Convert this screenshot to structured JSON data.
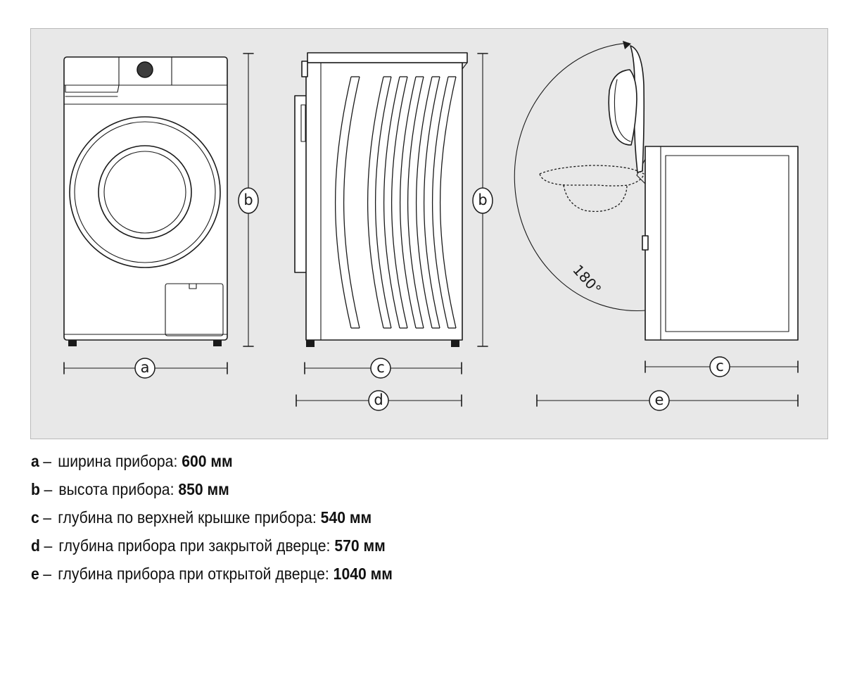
{
  "diagram": {
    "labels": {
      "a": "a",
      "b": "b",
      "c": "c",
      "d": "d",
      "e": "e"
    },
    "door_angle": "180°"
  },
  "legend": [
    {
      "key": "a",
      "dash": "–",
      "text": "ширина прибора:",
      "value": "600 мм"
    },
    {
      "key": "b",
      "dash": "–",
      "text": "высота прибора:",
      "value": "850 мм"
    },
    {
      "key": "c",
      "dash": "–",
      "text": "глубина по верхней крышке прибора:",
      "value": "540 мм"
    },
    {
      "key": "d",
      "dash": "–",
      "text": "глубина прибора при закрытой дверце:",
      "value": "570 мм"
    },
    {
      "key": "e",
      "dash": "–",
      "text": "глубина прибора при открытой дверце:",
      "value": "1040 мм"
    }
  ]
}
